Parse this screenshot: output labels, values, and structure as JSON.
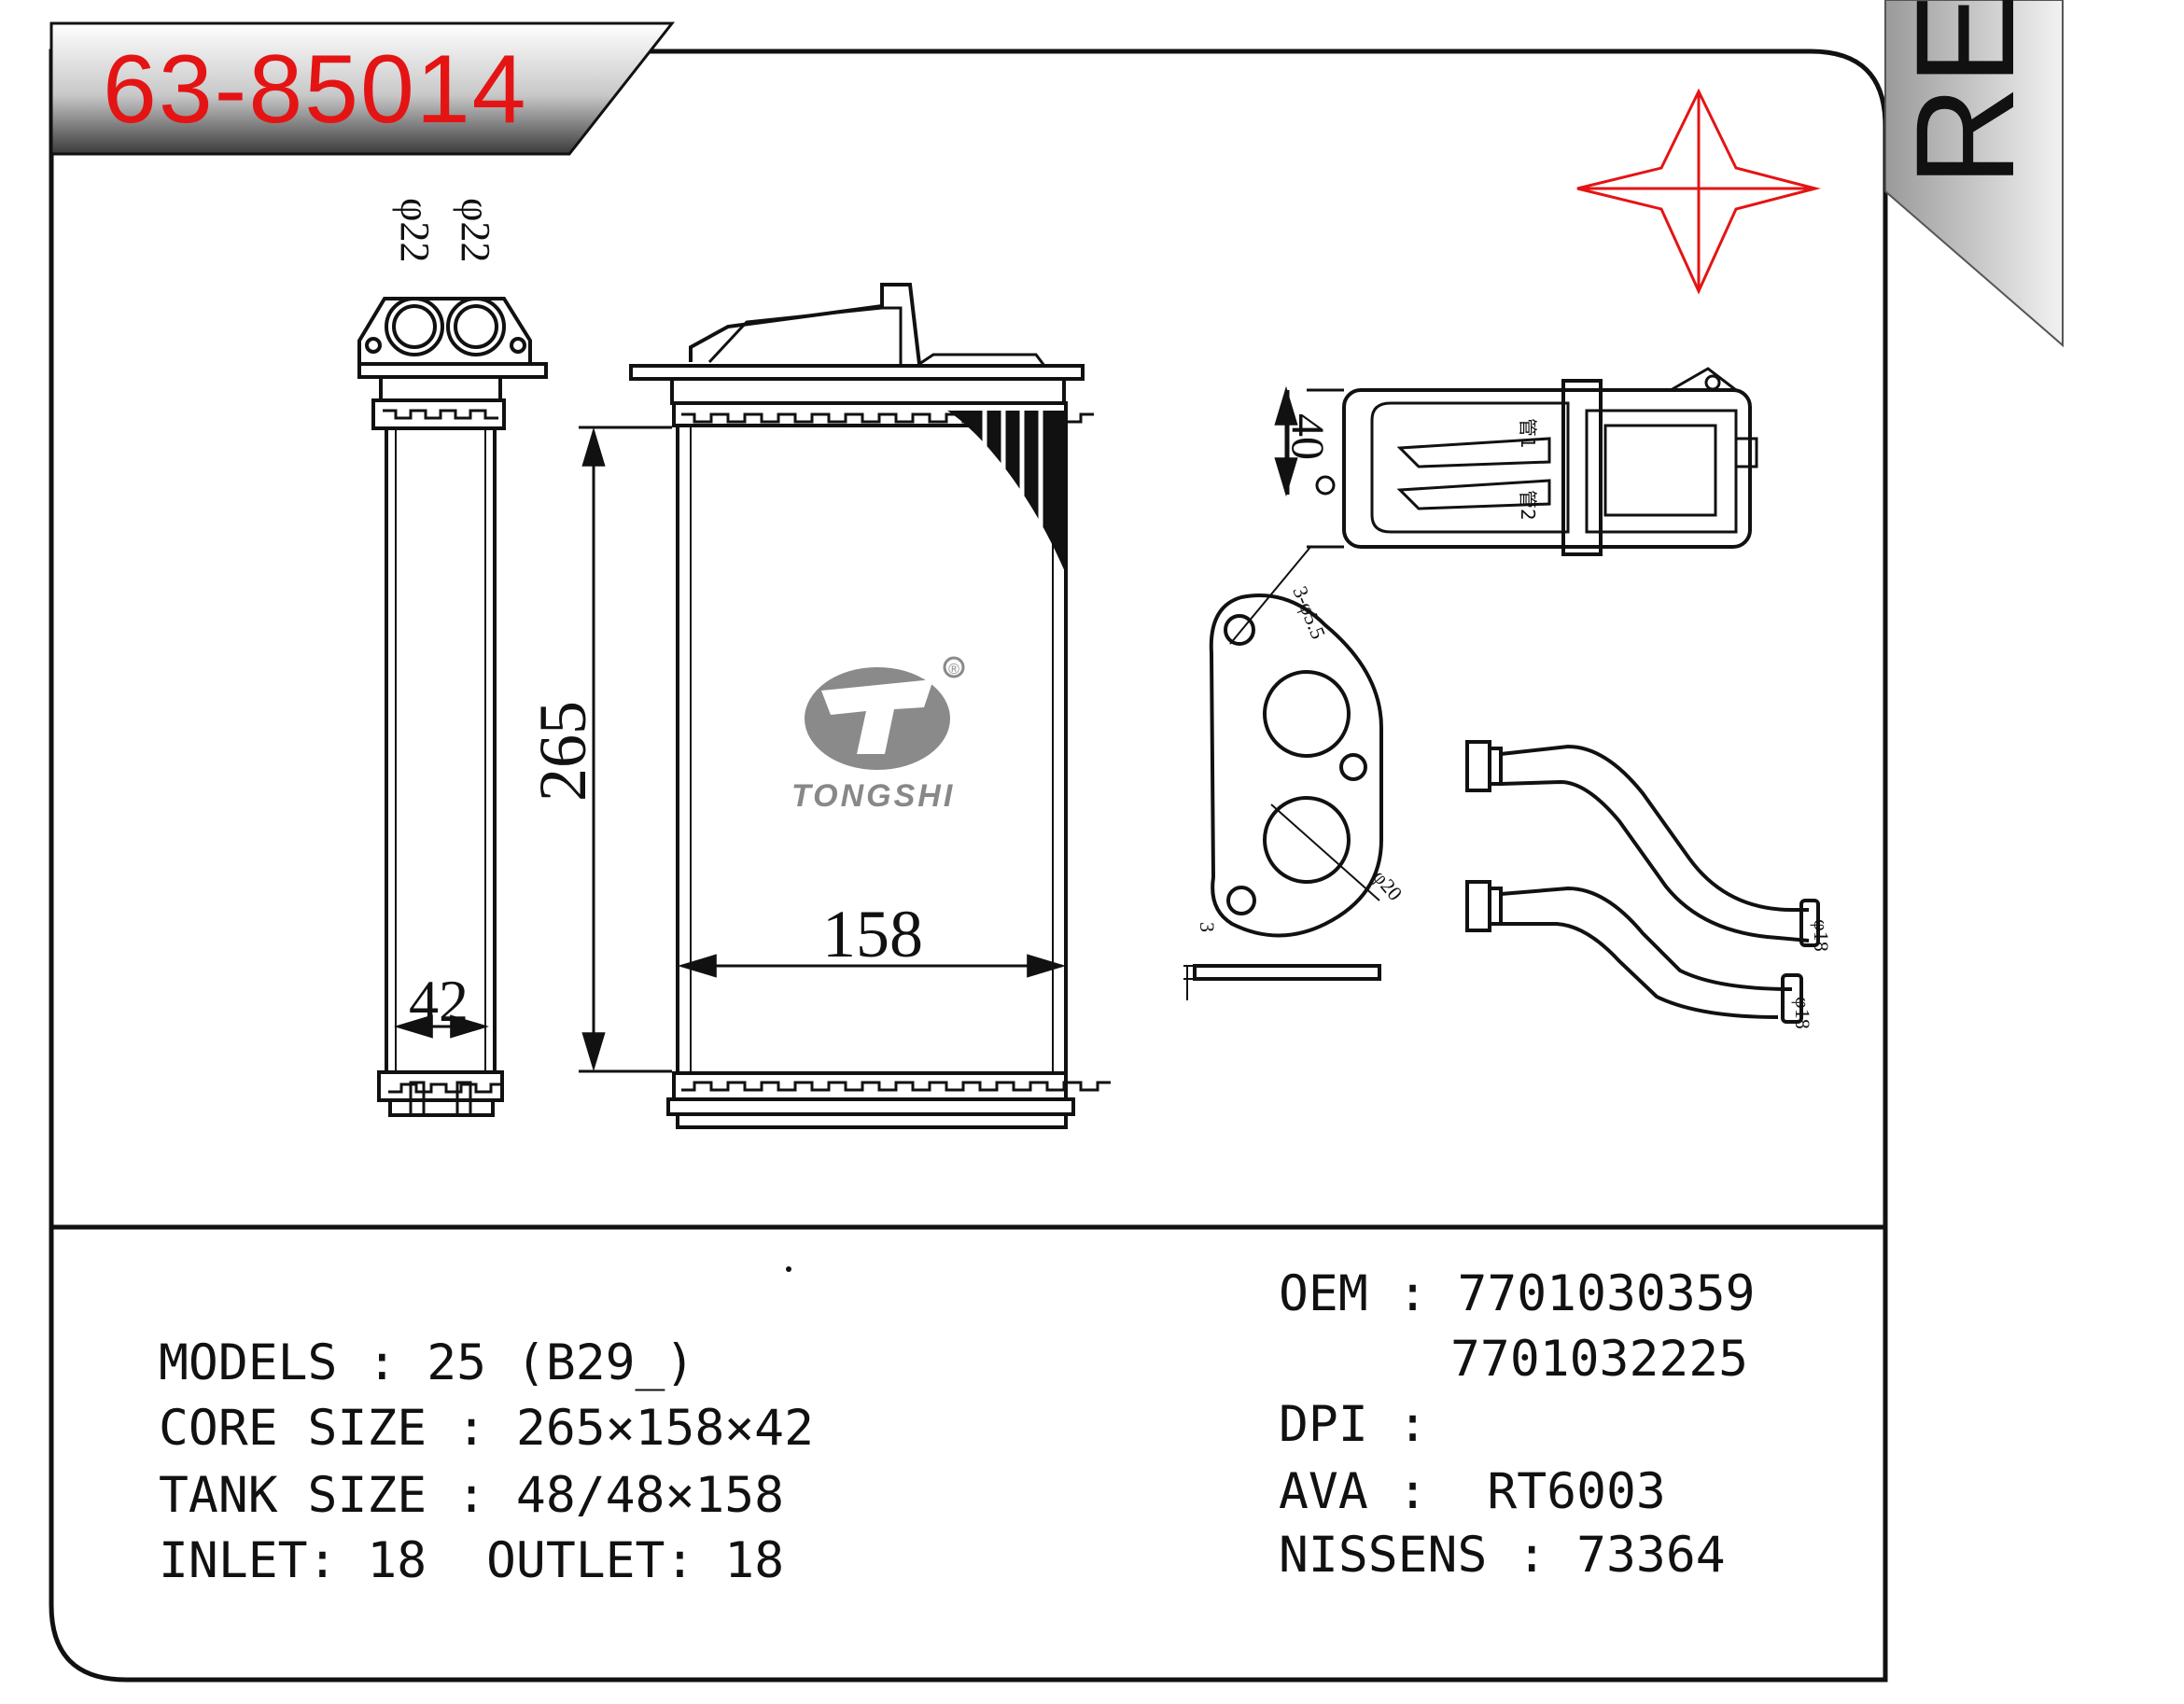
{
  "part_number": "63-85014",
  "badge_text": "RE",
  "brand": {
    "name": "TONGSHI",
    "registered_mark": "®"
  },
  "dimensions": {
    "core_height": "265",
    "core_width": "158",
    "core_depth": "42",
    "pipe_diameter_left": "φ22",
    "pipe_diameter_right": "φ22",
    "flange_height": "40",
    "flange_thickness": "3",
    "flange_hole_spec": "3-φ5.5",
    "flange_port_diameter": "φ20",
    "tube_diameter_upper": "φ18",
    "tube_diameter_lower": "φ18",
    "pipe_label_1": "管1",
    "pipe_label_2": "管2"
  },
  "specs_left": [
    {
      "label": "MODELS : ",
      "value": "25 (B29_)"
    },
    {
      "label": "CORE SIZE : ",
      "value": "265×158×42"
    },
    {
      "label": "TANK SIZE : ",
      "value": "48/48×158"
    },
    {
      "label": "INLET: ",
      "value": "18  OUTLET: 18"
    }
  ],
  "specs_right": [
    {
      "label": "OEM : ",
      "value": "7701030359"
    },
    {
      "label": "",
      "value": "7701032225"
    },
    {
      "label": "DPI : ",
      "value": ""
    },
    {
      "label": "AVA : ",
      "value": " RT6003"
    },
    {
      "label": "NISSENS : ",
      "value": "73364"
    }
  ],
  "colors": {
    "accent_red": "#e41414",
    "line": "#111111",
    "logo_gray": "#8a8a8a"
  }
}
